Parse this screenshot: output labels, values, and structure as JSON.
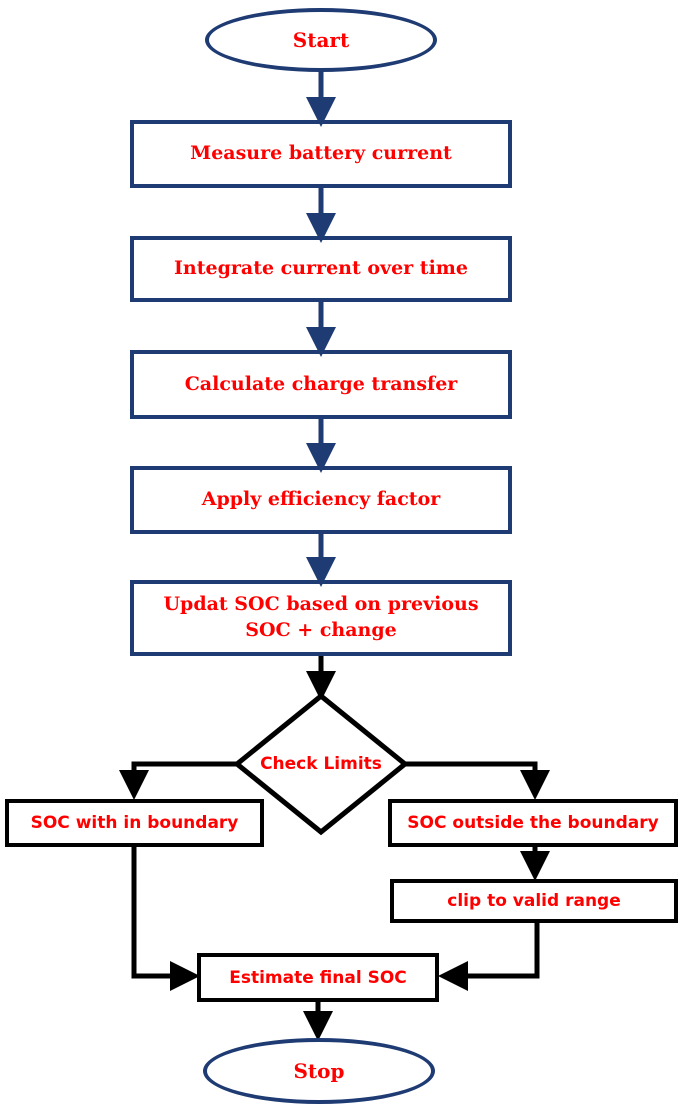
{
  "flowchart": {
    "start": "Start",
    "steps": [
      "Measure battery current",
      "Integrate current over time",
      "Calculate charge transfer",
      "Apply efficiency factor",
      "Updat SOC based on previous SOC + change"
    ],
    "decision": "Check Limits",
    "left_branch": "SOC with in boundary",
    "right_branch": "SOC outside the boundary",
    "clip": "clip to valid range",
    "final": "Estimate final SOC",
    "stop": "Stop"
  },
  "colors": {
    "text": "#ff0000",
    "blue_border": "#1f3b73",
    "black_border": "#000000",
    "arrow_blue": "#1f3b73",
    "arrow_black": "#000000"
  }
}
